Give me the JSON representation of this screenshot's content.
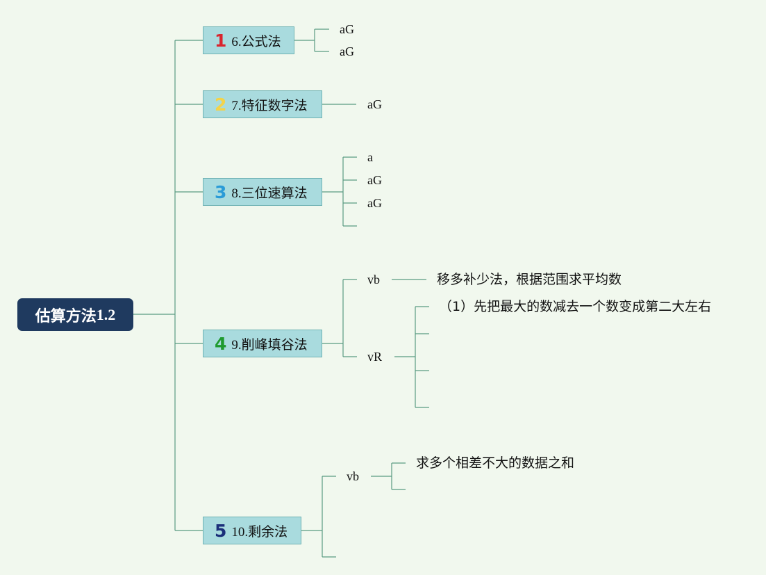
{
  "root": {
    "label": "估算方法",
    "suffix": "1.2"
  },
  "branches": [
    {
      "num": "1",
      "num_color": "#d9252e",
      "label": "6.公式法",
      "children": [
        {
          "label": "aG"
        },
        {
          "label": "aG"
        }
      ]
    },
    {
      "num": "2",
      "num_color": "#f3d34a",
      "label": "7.特征数字法",
      "children": [
        {
          "label": "aG"
        }
      ]
    },
    {
      "num": "3",
      "num_color": "#2a9bd7",
      "label": "8.三位速算法",
      "children": [
        {
          "label": "a"
        },
        {
          "label": "aG"
        },
        {
          "label": "aG"
        },
        {
          "label": ""
        }
      ]
    },
    {
      "num": "4",
      "num_color": "#1f9a2f",
      "label": "9.削峰填谷法",
      "children": [
        {
          "label": "vb",
          "children": [
            {
              "label": "移多补少法，根据范围求平均数"
            }
          ]
        },
        {
          "label": "vR",
          "children": [
            {
              "label": "（1）先把最大的数减去一个数变成第二大左右"
            },
            {
              "label": ""
            },
            {
              "label": ""
            },
            {
              "label": ""
            }
          ]
        }
      ]
    },
    {
      "num": "5",
      "num_color": "#1b2f7a",
      "label": "10.剩余法",
      "children": [
        {
          "label": "vb",
          "children": [
            {
              "label": "求多个相差不大的数据之和"
            },
            {
              "label": ""
            }
          ]
        },
        {
          "label": ""
        }
      ]
    }
  ]
}
